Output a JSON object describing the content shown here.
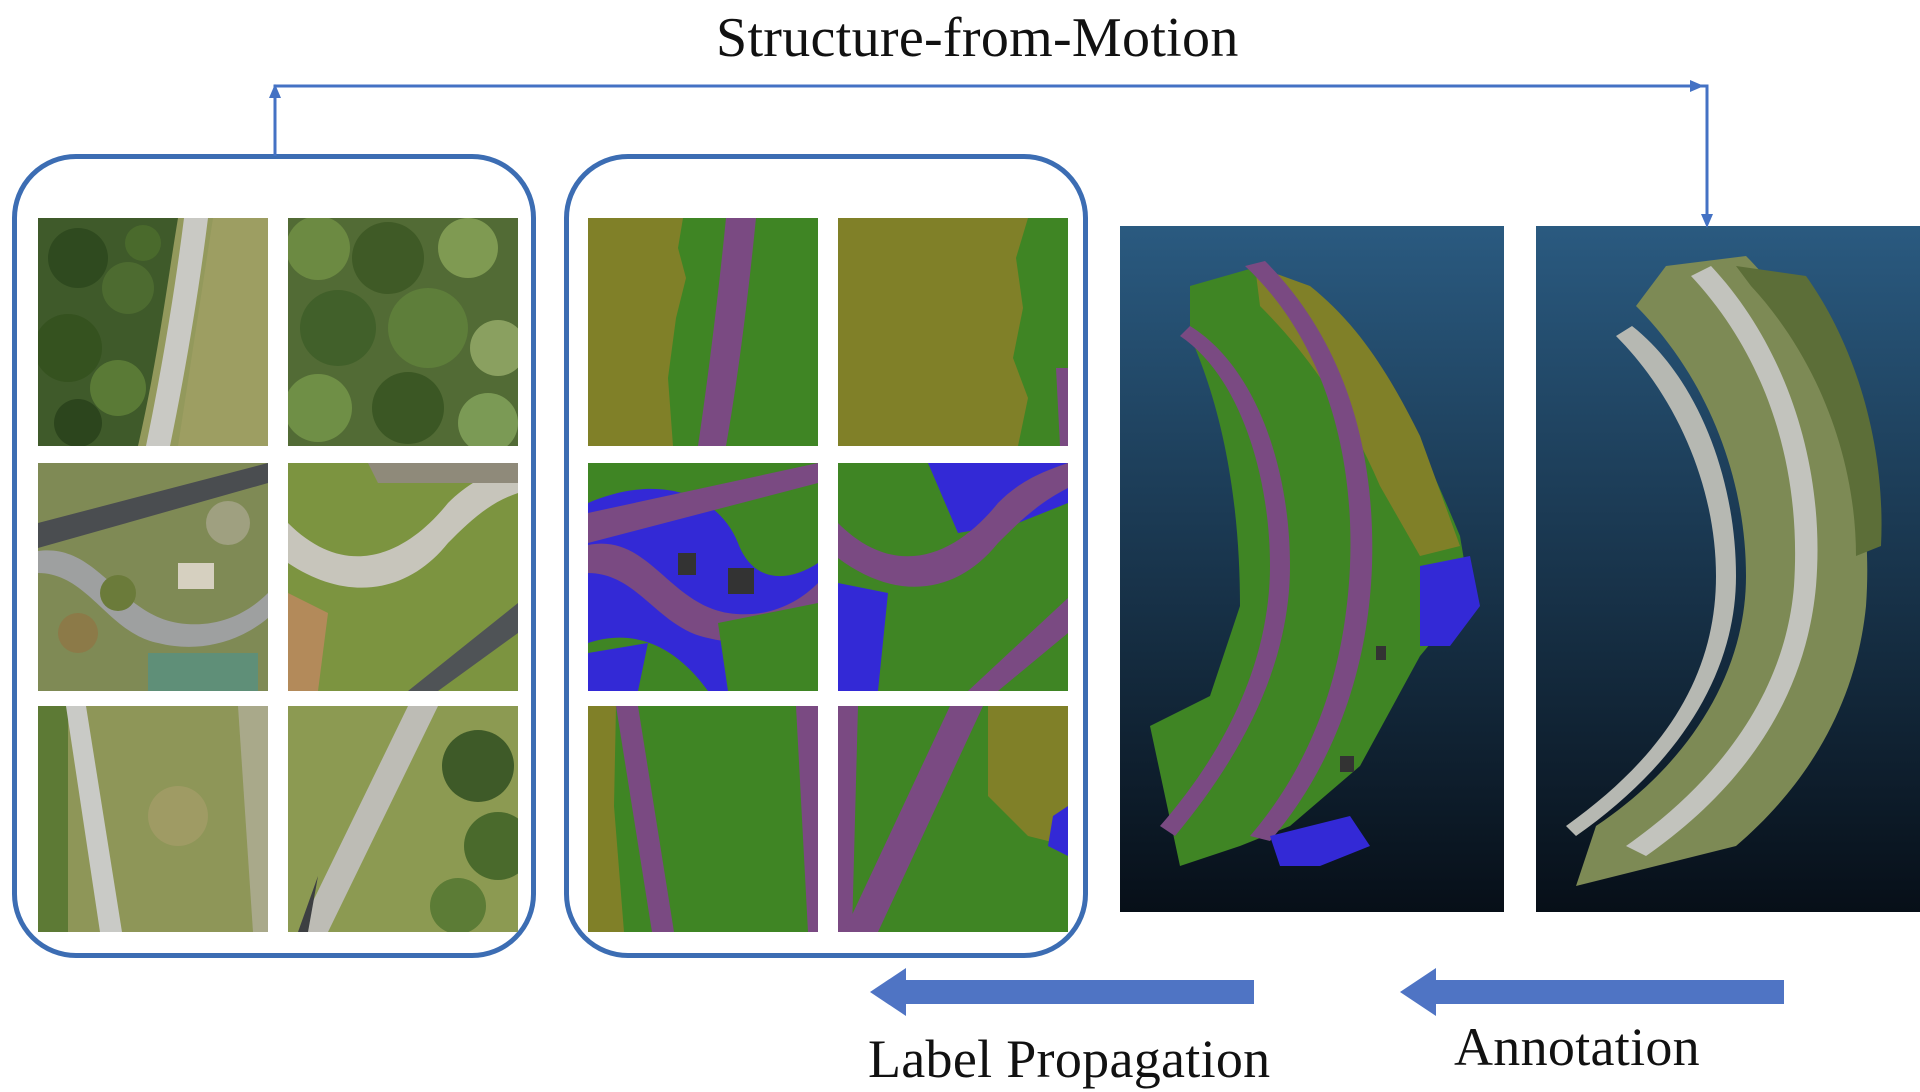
{
  "labels": {
    "sfm": "Structure-from-Motion",
    "label_propagation": "Label Propagation",
    "annotation": "Annotation"
  },
  "colors": {
    "connector": "#4472c4",
    "box_border": "#3c6db3",
    "big_arrow_fill": "#4f74c4",
    "class_vegetation": "#808028",
    "class_grass": "#3f8524",
    "class_road": "#7a4a82",
    "class_water": "#3329d6",
    "class_structure": "#333333",
    "pointcloud_bg_top": "#2a5a80",
    "pointcloud_bg_bottom": "#070f18"
  }
}
